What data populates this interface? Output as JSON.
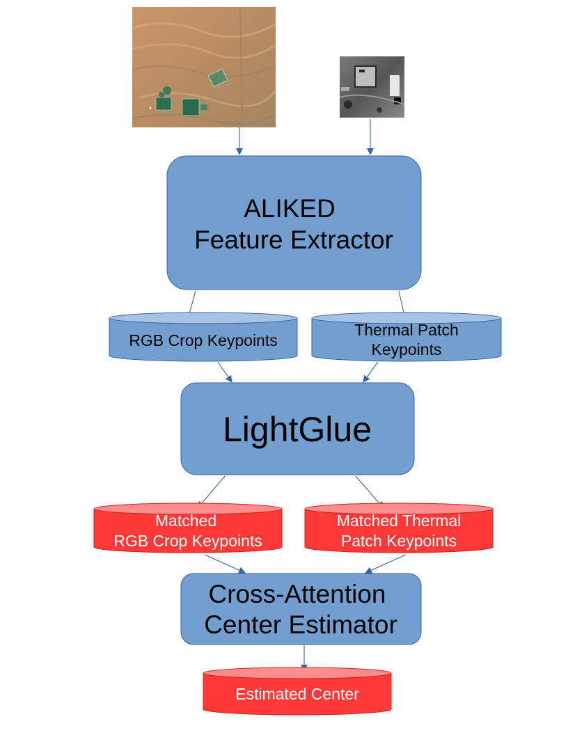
{
  "images": {
    "rgb_crop": "rgb-satellite-image",
    "thermal_patch": "thermal-grayscale-image"
  },
  "feature_extractor": {
    "line1": "ALIKED",
    "line2": "Feature Extractor"
  },
  "rgb_keypoints": {
    "line1": "RGB Crop Keypoints"
  },
  "thermal_keypoints": {
    "line1": "Thermal Patch",
    "line2": "Keypoints"
  },
  "matcher": {
    "label": "LightGlue"
  },
  "matched_rgb": {
    "line1": "Matched",
    "line2": "RGB Crop Keypoints"
  },
  "matched_thermal": {
    "line1": "Matched Thermal",
    "line2": "Patch Keypoints"
  },
  "estimator": {
    "line1": "Cross-Attention",
    "line2": "Center Estimator"
  },
  "output": {
    "label": "Estimated Center"
  },
  "colors": {
    "process_box": "#729fcf",
    "process_border": "#3465a4",
    "intermediate_store": "#729fcf",
    "matched_store": "#ff3838",
    "arrow": "#3465a4"
  }
}
